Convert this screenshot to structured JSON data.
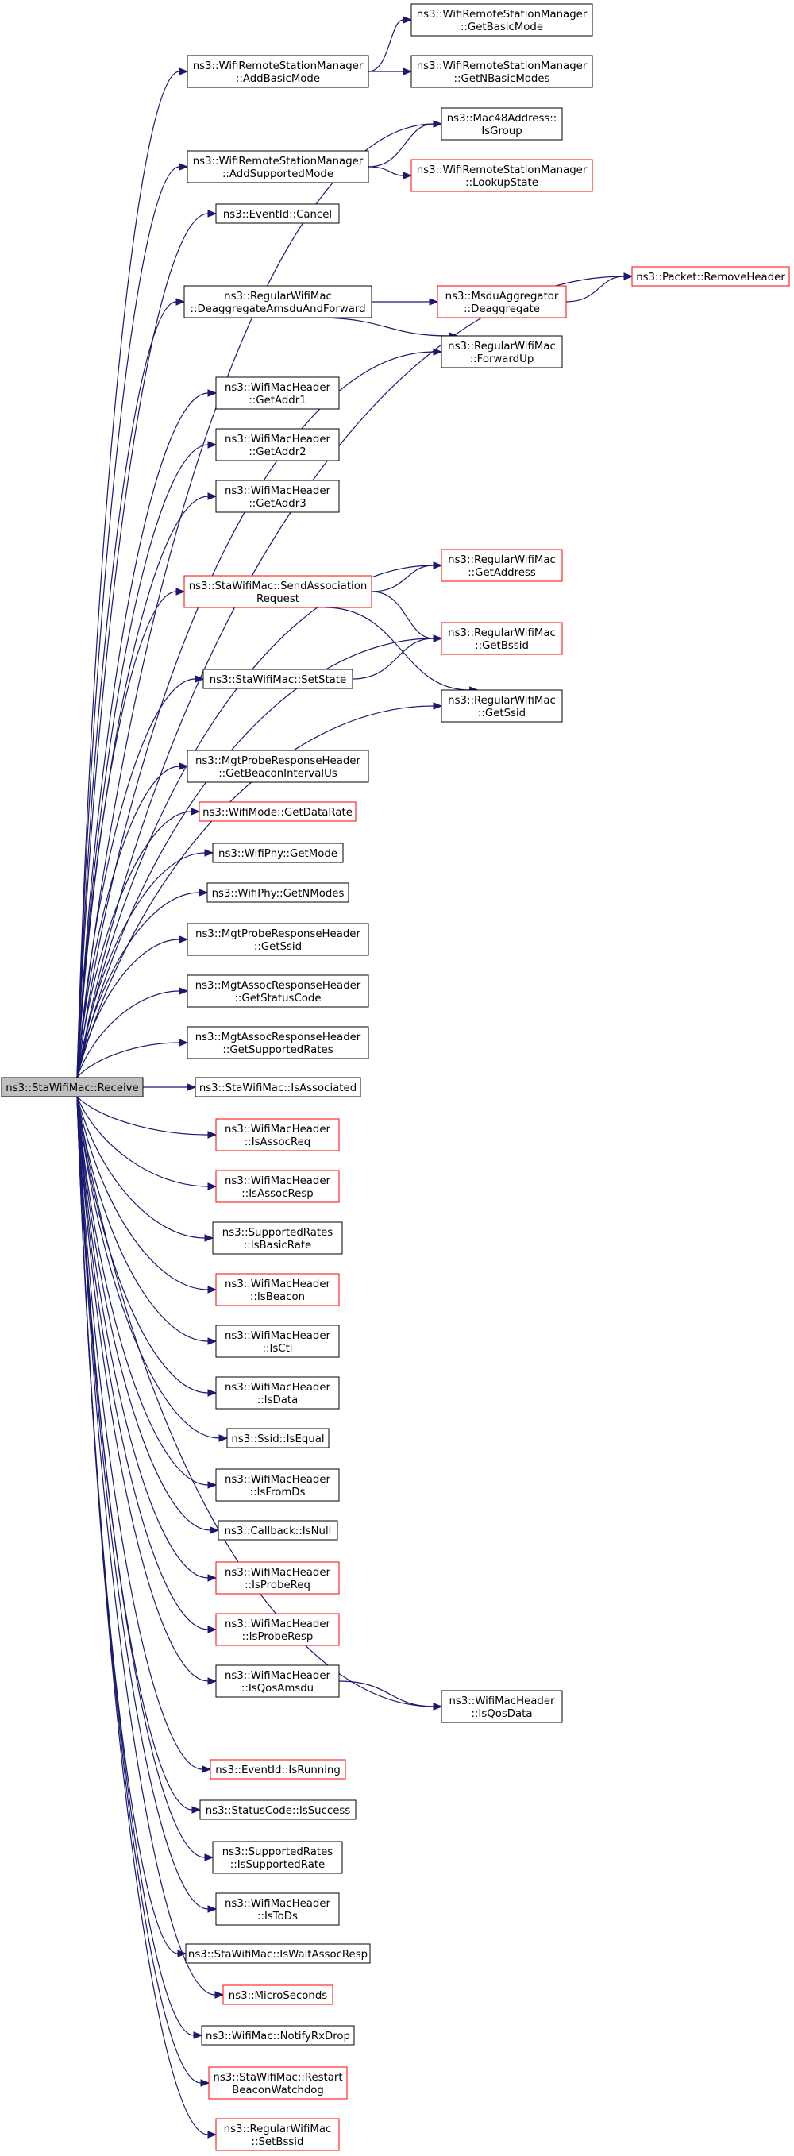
{
  "colors": {
    "edge": "#191970",
    "node_border_default": "#000000",
    "node_border_truncated": "#ff0000",
    "root_fill": "#bfbfbf"
  },
  "nodes": [
    {
      "id": "root",
      "lines": [
        "ns3::StaWifiMac::Receive"
      ],
      "style": "root"
    },
    {
      "id": "addBasicMode",
      "lines": [
        "ns3::WifiRemoteStationManager",
        "::AddBasicMode"
      ],
      "style": "normal"
    },
    {
      "id": "getBasicMode",
      "lines": [
        "ns3::WifiRemoteStationManager",
        "::GetBasicMode"
      ],
      "style": "normal"
    },
    {
      "id": "getNBasicModes",
      "lines": [
        "ns3::WifiRemoteStationManager",
        "::GetNBasicModes"
      ],
      "style": "normal"
    },
    {
      "id": "addSupportedMode",
      "lines": [
        "ns3::WifiRemoteStationManager",
        "::AddSupportedMode"
      ],
      "style": "normal"
    },
    {
      "id": "isGroup",
      "lines": [
        "ns3::Mac48Address::",
        "IsGroup"
      ],
      "style": "normal"
    },
    {
      "id": "lookupState",
      "lines": [
        "ns3::WifiRemoteStationManager",
        "::LookupState"
      ],
      "style": "red"
    },
    {
      "id": "cancel",
      "lines": [
        "ns3::EventId::Cancel"
      ],
      "style": "normal"
    },
    {
      "id": "removeHeader",
      "lines": [
        "ns3::Packet::RemoveHeader"
      ],
      "style": "red"
    },
    {
      "id": "deaggFwd",
      "lines": [
        "ns3::RegularWifiMac",
        "::DeaggregateAmsduAndForward"
      ],
      "style": "normal"
    },
    {
      "id": "deaggregate",
      "lines": [
        "ns3::MsduAggregator",
        "::Deaggregate"
      ],
      "style": "red"
    },
    {
      "id": "forwardUp",
      "lines": [
        "ns3::RegularWifiMac",
        "::ForwardUp"
      ],
      "style": "normal"
    },
    {
      "id": "getAddr1",
      "lines": [
        "ns3::WifiMacHeader",
        "::GetAddr1"
      ],
      "style": "normal"
    },
    {
      "id": "getAddr2",
      "lines": [
        "ns3::WifiMacHeader",
        "::GetAddr2"
      ],
      "style": "normal"
    },
    {
      "id": "getAddr3",
      "lines": [
        "ns3::WifiMacHeader",
        "::GetAddr3"
      ],
      "style": "normal"
    },
    {
      "id": "getAddress",
      "lines": [
        "ns3::RegularWifiMac",
        "::GetAddress"
      ],
      "style": "red"
    },
    {
      "id": "sendAssoc",
      "lines": [
        "ns3::StaWifiMac::SendAssociation",
        "Request"
      ],
      "style": "red"
    },
    {
      "id": "getBssid",
      "lines": [
        "ns3::RegularWifiMac",
        "::GetBssid"
      ],
      "style": "red"
    },
    {
      "id": "setState",
      "lines": [
        "ns3::StaWifiMac::SetState"
      ],
      "style": "normal"
    },
    {
      "id": "getSsid",
      "lines": [
        "ns3::RegularWifiMac",
        "::GetSsid"
      ],
      "style": "normal"
    },
    {
      "id": "getBeaconInterval",
      "lines": [
        "ns3::MgtProbeResponseHeader",
        "::GetBeaconIntervalUs"
      ],
      "style": "normal"
    },
    {
      "id": "getDataRate",
      "lines": [
        "ns3::WifiMode::GetDataRate"
      ],
      "style": "red"
    },
    {
      "id": "getMode",
      "lines": [
        "ns3::WifiPhy::GetMode"
      ],
      "style": "normal"
    },
    {
      "id": "getNModes",
      "lines": [
        "ns3::WifiPhy::GetNModes"
      ],
      "style": "normal"
    },
    {
      "id": "probeGetSsid",
      "lines": [
        "ns3::MgtProbeResponseHeader",
        "::GetSsid"
      ],
      "style": "normal"
    },
    {
      "id": "getStatusCode",
      "lines": [
        "ns3::MgtAssocResponseHeader",
        "::GetStatusCode"
      ],
      "style": "normal"
    },
    {
      "id": "getSupportedRates",
      "lines": [
        "ns3::MgtAssocResponseHeader",
        "::GetSupportedRates"
      ],
      "style": "normal"
    },
    {
      "id": "isAssociated",
      "lines": [
        "ns3::StaWifiMac::IsAssociated"
      ],
      "style": "normal"
    },
    {
      "id": "isAssocReq",
      "lines": [
        "ns3::WifiMacHeader",
        "::IsAssocReq"
      ],
      "style": "red"
    },
    {
      "id": "isAssocResp",
      "lines": [
        "ns3::WifiMacHeader",
        "::IsAssocResp"
      ],
      "style": "red"
    },
    {
      "id": "isBasicRate",
      "lines": [
        "ns3::SupportedRates",
        "::IsBasicRate"
      ],
      "style": "normal"
    },
    {
      "id": "isBeacon",
      "lines": [
        "ns3::WifiMacHeader",
        "::IsBeacon"
      ],
      "style": "red"
    },
    {
      "id": "isCtl",
      "lines": [
        "ns3::WifiMacHeader",
        "::IsCtl"
      ],
      "style": "normal"
    },
    {
      "id": "isData",
      "lines": [
        "ns3::WifiMacHeader",
        "::IsData"
      ],
      "style": "normal"
    },
    {
      "id": "isEqual",
      "lines": [
        "ns3::Ssid::IsEqual"
      ],
      "style": "normal"
    },
    {
      "id": "isFromDs",
      "lines": [
        "ns3::WifiMacHeader",
        "::IsFromDs"
      ],
      "style": "normal"
    },
    {
      "id": "isNull",
      "lines": [
        "ns3::Callback::IsNull"
      ],
      "style": "normal"
    },
    {
      "id": "isProbeReq",
      "lines": [
        "ns3::WifiMacHeader",
        "::IsProbeReq"
      ],
      "style": "red"
    },
    {
      "id": "isProbeResp",
      "lines": [
        "ns3::WifiMacHeader",
        "::IsProbeResp"
      ],
      "style": "red"
    },
    {
      "id": "isQosAmsdu",
      "lines": [
        "ns3::WifiMacHeader",
        "::IsQosAmsdu"
      ],
      "style": "normal"
    },
    {
      "id": "isQosData",
      "lines": [
        "ns3::WifiMacHeader",
        "::IsQosData"
      ],
      "style": "normal"
    },
    {
      "id": "isRunning",
      "lines": [
        "ns3::EventId::IsRunning"
      ],
      "style": "red"
    },
    {
      "id": "isSuccess",
      "lines": [
        "ns3::StatusCode::IsSuccess"
      ],
      "style": "normal"
    },
    {
      "id": "isSupportedRate",
      "lines": [
        "ns3::SupportedRates",
        "::IsSupportedRate"
      ],
      "style": "normal"
    },
    {
      "id": "isToDs",
      "lines": [
        "ns3::WifiMacHeader",
        "::IsToDs"
      ],
      "style": "normal"
    },
    {
      "id": "isWaitAssocResp",
      "lines": [
        "ns3::StaWifiMac::IsWaitAssocResp"
      ],
      "style": "normal"
    },
    {
      "id": "microSeconds",
      "lines": [
        "ns3::MicroSeconds"
      ],
      "style": "red"
    },
    {
      "id": "notifyRxDrop",
      "lines": [
        "ns3::WifiMac::NotifyRxDrop"
      ],
      "style": "normal"
    },
    {
      "id": "restartWatchdog",
      "lines": [
        "ns3::StaWifiMac::Restart",
        "BeaconWatchdog"
      ],
      "style": "red"
    },
    {
      "id": "setBssid",
      "lines": [
        "ns3::RegularWifiMac",
        "::SetBssid"
      ],
      "style": "red"
    }
  ],
  "edges": [
    [
      "root",
      "addBasicMode"
    ],
    [
      "root",
      "isGroup"
    ],
    [
      "root",
      "addSupportedMode"
    ],
    [
      "root",
      "cancel"
    ],
    [
      "root",
      "removeHeader"
    ],
    [
      "root",
      "deaggFwd"
    ],
    [
      "root",
      "forwardUp"
    ],
    [
      "root",
      "getAddr1"
    ],
    [
      "root",
      "getAddr2"
    ],
    [
      "root",
      "getAddr3"
    ],
    [
      "root",
      "getAddress"
    ],
    [
      "root",
      "sendAssoc"
    ],
    [
      "root",
      "getBssid"
    ],
    [
      "root",
      "setState"
    ],
    [
      "root",
      "getSsid"
    ],
    [
      "root",
      "getBeaconInterval"
    ],
    [
      "root",
      "getDataRate"
    ],
    [
      "root",
      "getMode"
    ],
    [
      "root",
      "getNModes"
    ],
    [
      "root",
      "probeGetSsid"
    ],
    [
      "root",
      "getStatusCode"
    ],
    [
      "root",
      "getSupportedRates"
    ],
    [
      "root",
      "isAssociated"
    ],
    [
      "root",
      "isAssocReq"
    ],
    [
      "root",
      "isAssocResp"
    ],
    [
      "root",
      "isBasicRate"
    ],
    [
      "root",
      "isBeacon"
    ],
    [
      "root",
      "isCtl"
    ],
    [
      "root",
      "isData"
    ],
    [
      "root",
      "isEqual"
    ],
    [
      "root",
      "isFromDs"
    ],
    [
      "root",
      "isNull"
    ],
    [
      "root",
      "isProbeReq"
    ],
    [
      "root",
      "isProbeResp"
    ],
    [
      "root",
      "isQosAmsdu"
    ],
    [
      "root",
      "isQosData"
    ],
    [
      "root",
      "isRunning"
    ],
    [
      "root",
      "isSuccess"
    ],
    [
      "root",
      "isSupportedRate"
    ],
    [
      "root",
      "isToDs"
    ],
    [
      "root",
      "isWaitAssocResp"
    ],
    [
      "root",
      "microSeconds"
    ],
    [
      "root",
      "notifyRxDrop"
    ],
    [
      "root",
      "restartWatchdog"
    ],
    [
      "root",
      "setBssid"
    ],
    [
      "addBasicMode",
      "getBasicMode"
    ],
    [
      "addBasicMode",
      "getNBasicModes"
    ],
    [
      "addSupportedMode",
      "isGroup"
    ],
    [
      "addSupportedMode",
      "lookupState"
    ],
    [
      "deaggFwd",
      "deaggregate"
    ],
    [
      "deaggFwd",
      "forwardUp"
    ],
    [
      "deaggregate",
      "removeHeader"
    ],
    [
      "sendAssoc",
      "getAddress"
    ],
    [
      "sendAssoc",
      "getBssid"
    ],
    [
      "sendAssoc",
      "getSsid"
    ],
    [
      "setState",
      "getBssid"
    ],
    [
      "isQosAmsdu",
      "isQosData"
    ]
  ]
}
